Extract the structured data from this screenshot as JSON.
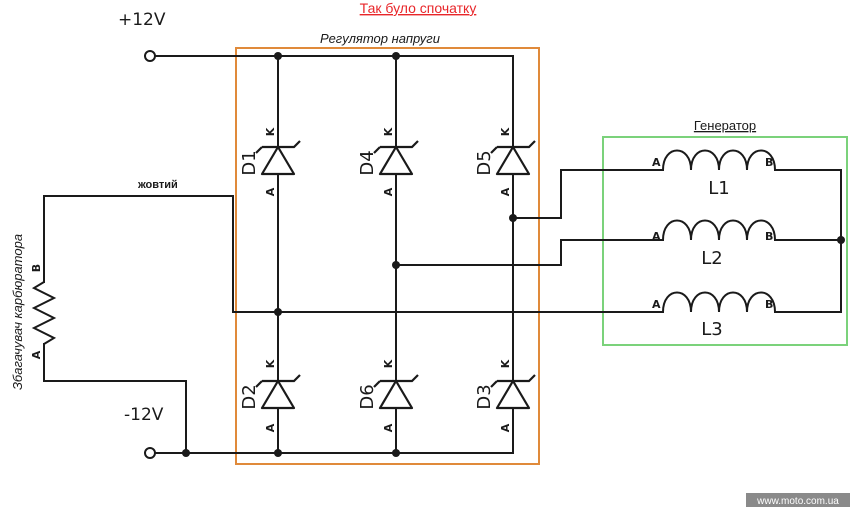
{
  "title": "Так було спочатку",
  "colors": {
    "title": "#e8262a",
    "regulator_box": "#e08a3a",
    "generator_box": "#7bd27b",
    "wire": "#1a1a1a",
    "watermark_bg": "#8a8a8a"
  },
  "terminals": {
    "positive": "+12V",
    "negative": "-12V"
  },
  "regulator": {
    "label": "Регулятор напруги"
  },
  "generator": {
    "label": "Генератор",
    "coils": [
      {
        "name": "L1",
        "end_a": "A",
        "end_b": "B"
      },
      {
        "name": "L2",
        "end_a": "A",
        "end_b": "B"
      },
      {
        "name": "L3",
        "end_a": "A",
        "end_b": "B"
      }
    ]
  },
  "diodes": [
    {
      "id": "D1",
      "anode": "A",
      "cathode": "K"
    },
    {
      "id": "D4",
      "anode": "A",
      "cathode": "K"
    },
    {
      "id": "D5",
      "anode": "A",
      "cathode": "K"
    },
    {
      "id": "D2",
      "anode": "A",
      "cathode": "K"
    },
    {
      "id": "D6",
      "anode": "A",
      "cathode": "K"
    },
    {
      "id": "D3",
      "anode": "A",
      "cathode": "K"
    }
  ],
  "enrichener": {
    "label": "Збагачувач карбюратора",
    "end_a": "A",
    "end_b": "B"
  },
  "wire_label": "жовтий",
  "watermark": "www.moto.com.ua"
}
